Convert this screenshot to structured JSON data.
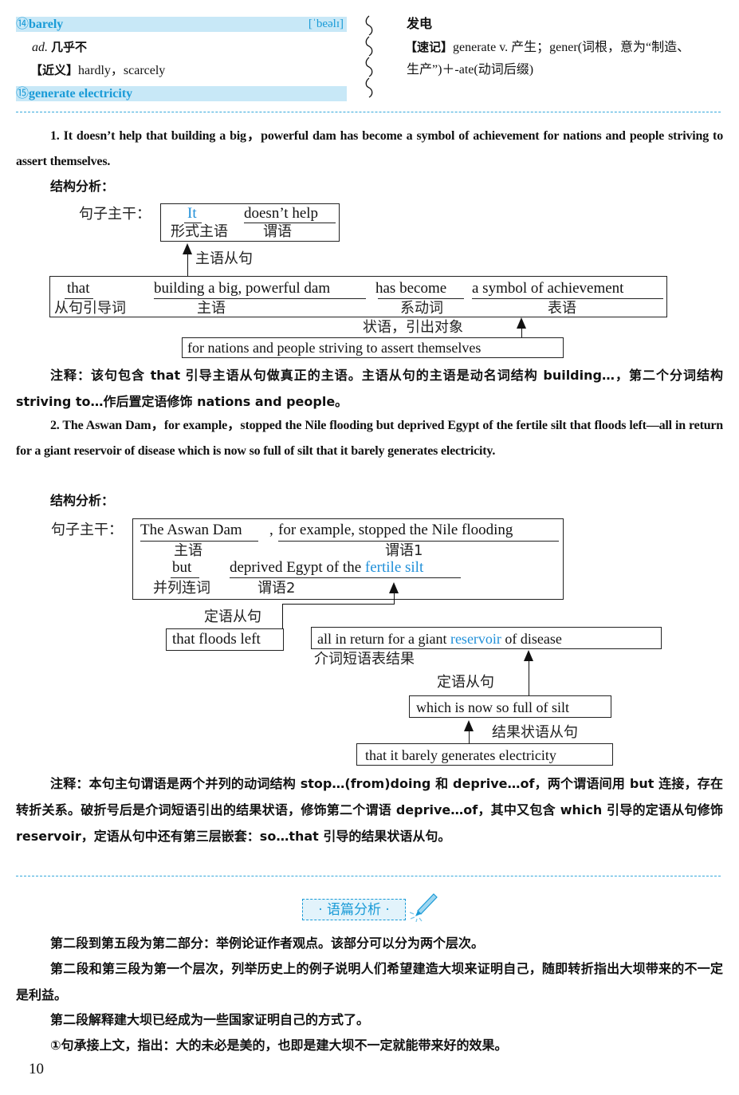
{
  "vocab": {
    "item14": {
      "num": "⑭",
      "word": "barely",
      "phonetic": "[ˈbeəlɪ]",
      "pos": "ad.",
      "meaning": "几乎不",
      "synonym_label": "【近义】",
      "synonyms": "hardly，scarcely"
    },
    "item15": {
      "num": "⑮",
      "word": "generate electricity",
      "meaning": "发电",
      "memo_label": "【速记】",
      "memo_line1": "generate v. 产生；gener(词根，意为“制造、",
      "memo_line2": "生产”)＋-ate(动词后缀)"
    }
  },
  "sentence1": {
    "text": "1. It doesn’t help that building a big，powerful dam has become a symbol of achievement for nations and people striving to assert themselves.",
    "analysis_label": "结构分析：",
    "diagram": {
      "main_label": "句子主干：",
      "it": "It",
      "it_role": "形式主语",
      "verb": "doesn’t help",
      "verb_role": "谓语",
      "arrow_label": "主语从句",
      "that": "that",
      "that_role": "从句引导词",
      "subject": "building a big, powerful dam",
      "subject_role": "主语",
      "link": "has become",
      "link_role": "系动词",
      "pred": "a  symbol  of  achievement",
      "pred_role": "表语",
      "adv_label": "状语，引出对象",
      "adv": "for nations and people striving to assert themselves"
    },
    "note": "注释：该句包含 that 引导主语从句做真正的主语。主语从句的主语是动名词结构 building…，第二个分词结构 striving to…作后置定语修饰 nations and people。"
  },
  "sentence2": {
    "text": "2. The Aswan Dam，for example，stopped the Nile flooding but deprived Egypt of the fertile silt that floods left—all in return for a giant reservoir of disease which is now so full of silt that it barely generates electricity.",
    "analysis_label": "结构分析：",
    "diagram": {
      "main_label": "句子主干：",
      "subject": "The Aswan Dam",
      "subject_role": "主语",
      "comma": ",",
      "pred1": "for example, stopped the Nile flooding",
      "pred1_role": "谓语1",
      "but": "but",
      "but_role": "并列连词",
      "pred2_a": "deprived Egypt of the ",
      "pred2_b": "fertile silt",
      "pred2_role": "谓语2",
      "rel1_label": "定语从句",
      "rel1": "that floods left",
      "pp_a": "all in return for  a giant ",
      "pp_b": "reservoir",
      "pp_c": " of disease",
      "pp_role": "介词短语表结果",
      "rel2_label": "定语从句",
      "rel2": "which is now so full of silt",
      "res_label": "结果状语从句",
      "res": "that it barely generates electricity"
    },
    "note": "注释：本句主句谓语是两个并列的动词结构 stop…(from)doing 和 deprive…of，两个谓语间用 but 连接，存在转折关系。破折号后是介词短语引出的结果状语，修饰第二个谓语 deprive…of，其中又包含 which 引导的定语从句修饰 reservoir，定语从句中还有第三层嵌套：so…that 引导的结果状语从句。"
  },
  "discourse": {
    "tag": "· 语篇分析 ·",
    "icon": "pen-icon",
    "p1": "第二段到第五段为第二部分：举例论证作者观点。该部分可以分为两个层次。",
    "p2": "第二段和第三段为第一个层次，列举历史上的例子说明人们希望建造大坝来证明自己，随即转折指出大坝带来的不一定是利益。",
    "p3": "第二段解释建大坝已经成为一些国家证明自己的方式了。",
    "p4": "①句承接上文，指出：大的未必是美的，也即是建大坝不一定就能带来好的效果。"
  },
  "page_number": "10",
  "colors": {
    "accent": "#1a9bd7",
    "highlight_bg": "#c8e8f7",
    "diagram_blue": "#1f8fd8"
  }
}
